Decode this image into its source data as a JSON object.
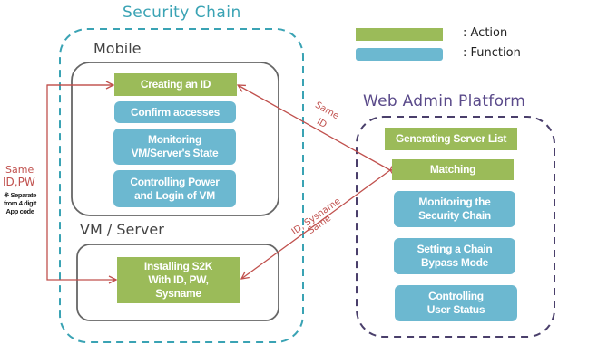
{
  "titles": {
    "security_chain": "Security Chain",
    "mobile": "Mobile",
    "vm_server": "VM / Server",
    "web_admin_platform": "Web Admin Platform"
  },
  "legend": [
    {
      "label": ": Action",
      "color": "#9bbb59"
    },
    {
      "label": ": Function",
      "color": "#6cb8d0"
    }
  ],
  "mobile_boxes": [
    {
      "label": "Creating an ID",
      "type": "action"
    },
    {
      "label": "Confirm accesses",
      "type": "function"
    },
    {
      "label": "Monitoring\nVM/Server's State",
      "type": "function"
    },
    {
      "label": "Controlling Power\nand Login of VM",
      "type": "function"
    }
  ],
  "vm_boxes": [
    {
      "label": "Installing S2K\nWith ID, PW,\nSysname",
      "type": "action"
    }
  ],
  "web_boxes": [
    {
      "label": "Generating Server List",
      "type": "action"
    },
    {
      "label": "Matching",
      "type": "action"
    },
    {
      "label": "Monitoring the\nSecurity Chain",
      "type": "function"
    },
    {
      "label": "Setting a Chain\nBypass Mode",
      "type": "function"
    },
    {
      "label": "Controlling\nUser Status",
      "type": "function"
    }
  ],
  "annotations": {
    "same_id_pw_line1": "Same",
    "same_id_pw_line2": "ID,PW",
    "separate_note": "※ Separate\nfrom 4 digit\nApp code",
    "same_id_line1": "Same",
    "same_id_line2": "ID",
    "same_id_sysname_line1": "Same",
    "same_id_sysname_line2": "ID, Sysname"
  },
  "colors": {
    "action": "#9bbb59",
    "function": "#6cb8d0",
    "arrow": "#c0504d",
    "security_chain_border": "#3aa3b4",
    "web_admin_border": "#4a3f6b"
  }
}
